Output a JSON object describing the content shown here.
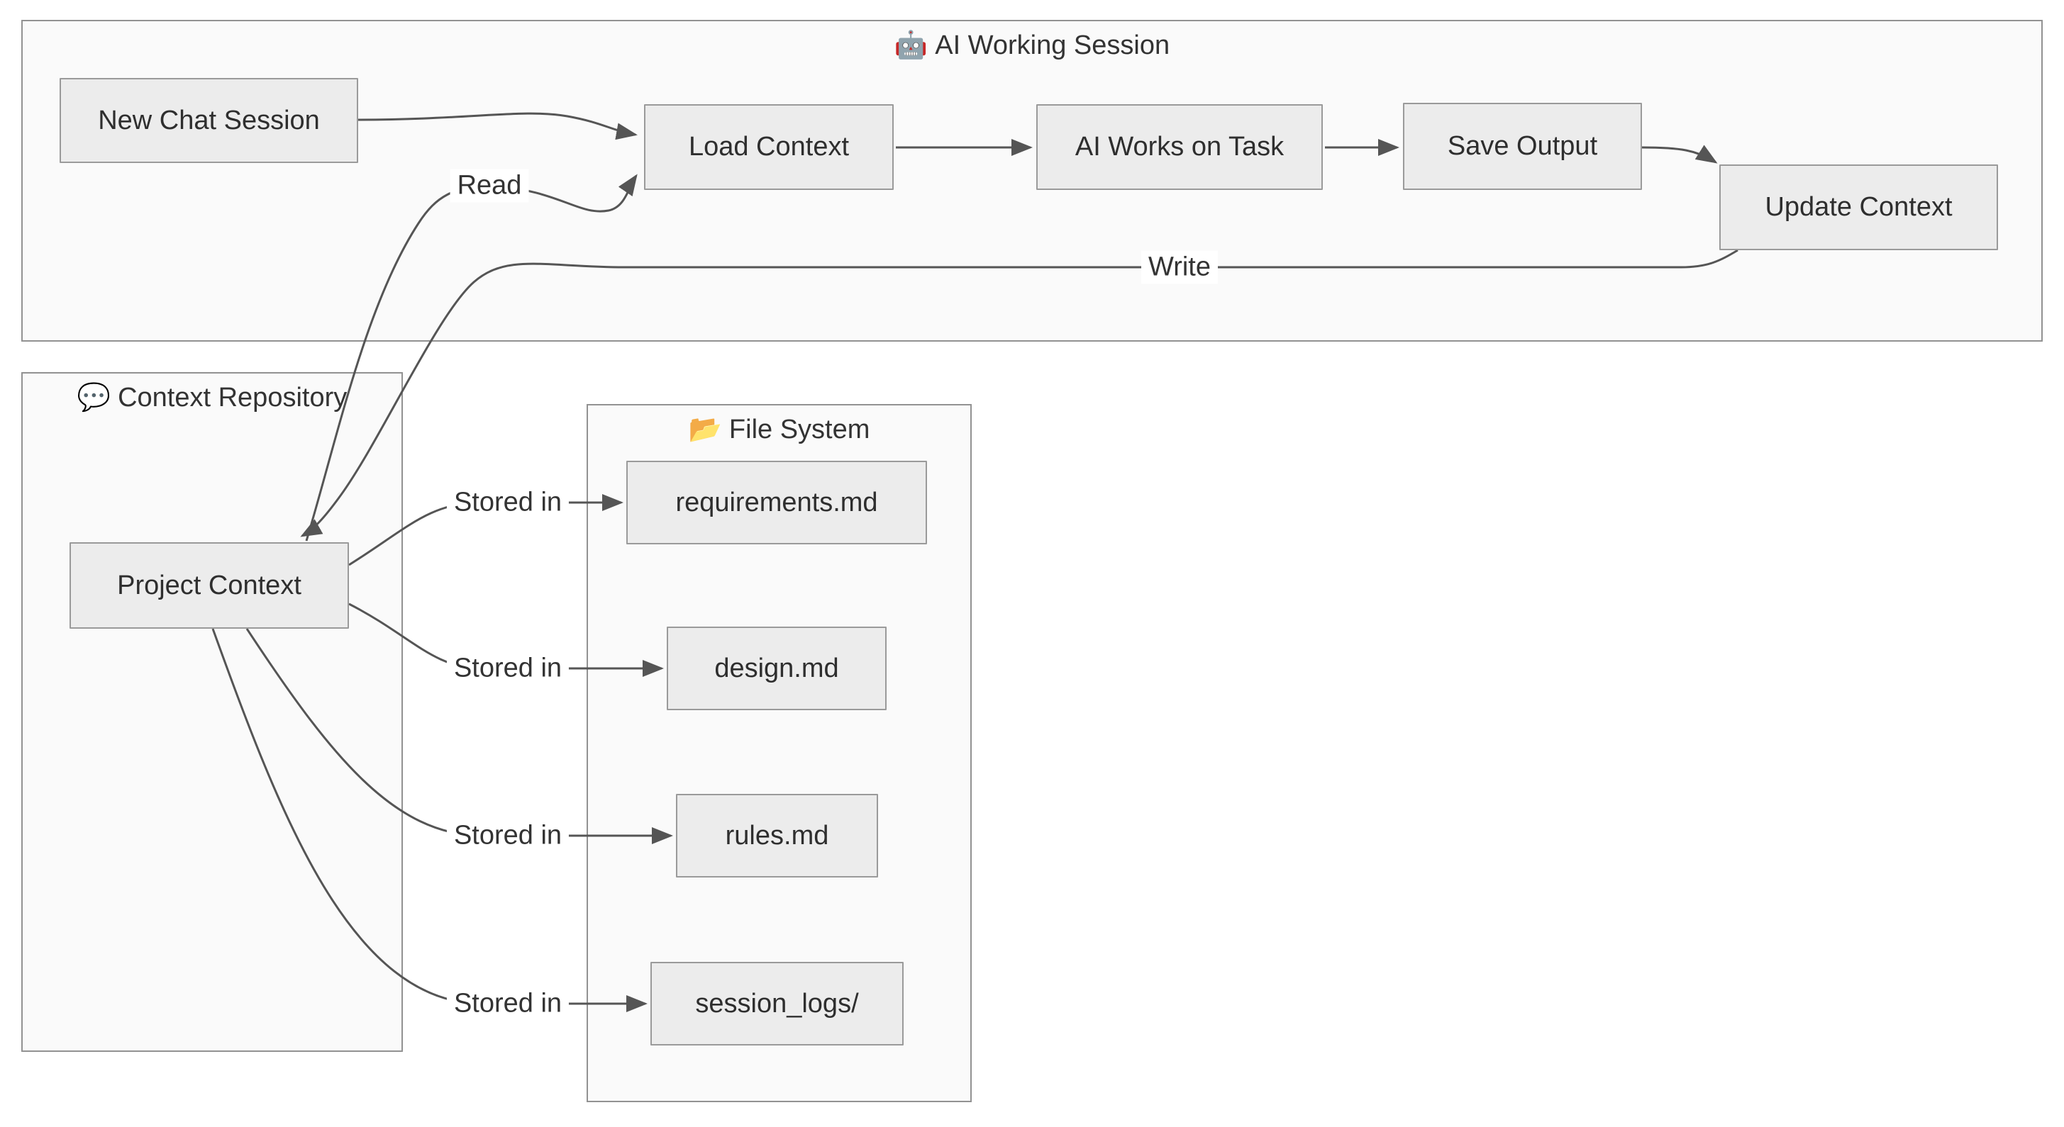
{
  "groups": {
    "session": {
      "icon": "🤖",
      "label": "AI Working Session"
    },
    "repo": {
      "icon": "💬",
      "label": "Context Repository"
    },
    "fs": {
      "icon": "📂",
      "label": "File System"
    }
  },
  "nodes": {
    "new_chat": "New Chat Session",
    "load_context": "Load Context",
    "ai_works": "AI Works on Task",
    "save_output": "Save Output",
    "update_context": "Update Context",
    "project_context": "Project Context",
    "requirements": "requirements.md",
    "design": "design.md",
    "rules": "rules.md",
    "session_logs": "session_logs/"
  },
  "edge_labels": {
    "read": "Read",
    "write": "Write",
    "stored_in": "Stored in"
  },
  "colors": {
    "node_fill": "#ececec",
    "node_border": "#9a9a9a",
    "cluster_fill": "#fafafa",
    "cluster_border": "#929292",
    "edge": "#555555",
    "text": "#333333",
    "label_bg": "#ffffff"
  }
}
